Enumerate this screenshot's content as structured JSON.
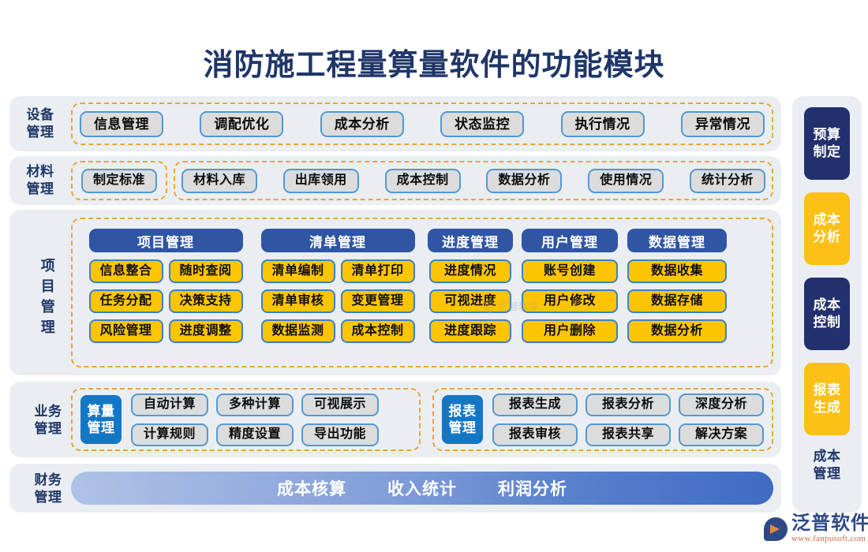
{
  "page": {
    "title": "消防施工程量算量软件的功能模块"
  },
  "rows": {
    "equipment": {
      "label_lines": [
        "设备",
        "管理"
      ],
      "items": [
        "信息管理",
        "调配优化",
        "成本分析",
        "状态监控",
        "执行情况",
        "异常情况"
      ]
    },
    "material": {
      "label_lines": [
        "材料",
        "管理"
      ],
      "group1": [
        "制定标准"
      ],
      "group2": [
        "材料入库",
        "出库领用",
        "成本控制",
        "数据分析",
        "使用情况",
        "统计分析"
      ]
    },
    "project": {
      "label_lines": [
        "项",
        "目",
        "管",
        "理"
      ],
      "columns": [
        {
          "header": "项目管理",
          "sub_left": [
            "信息整合",
            "任务分配",
            "风险管理"
          ],
          "sub_right": [
            "随时查阅",
            "决策支持",
            "进度调整"
          ]
        },
        {
          "header": "清单管理",
          "sub_left": [
            "清单编制",
            "清单审核",
            "数据监测"
          ],
          "sub_right": [
            "清单打印",
            "变更管理",
            "成本控制"
          ]
        },
        {
          "header": "进度管理",
          "sub_left": [
            "进度情况",
            "可视进度",
            "进度跟踪"
          ],
          "sub_right": []
        },
        {
          "header": "用户管理",
          "sub_left": [
            "账号创建",
            "用户修改",
            "用户删除"
          ],
          "sub_right": []
        },
        {
          "header": "数据管理",
          "sub_left": [
            "数据收集",
            "数据存储",
            "数据分析"
          ],
          "sub_right": []
        }
      ]
    },
    "business": {
      "label_lines": [
        "业务",
        "管理"
      ],
      "group1": {
        "badge_lines": [
          "算量",
          "管理"
        ],
        "top": [
          "自动计算",
          "多种计算",
          "可视展示"
        ],
        "bottom": [
          "计算规则",
          "精度设置",
          "导出功能"
        ]
      },
      "group2": {
        "badge_lines": [
          "报表",
          "管理"
        ],
        "top": [
          "报表生成",
          "报表分析",
          "深度分析"
        ],
        "bottom": [
          "报表审核",
          "报表共享",
          "解决方案"
        ]
      }
    },
    "finance": {
      "label_lines": [
        "财务",
        "管理"
      ],
      "items": [
        "成本核算",
        "收入统计",
        "利润分析"
      ]
    }
  },
  "sidebar": {
    "cards": [
      {
        "lines": [
          "预算",
          "制定"
        ],
        "style": "navy"
      },
      {
        "lines": [
          "成本",
          "分析"
        ],
        "style": "amber"
      },
      {
        "lines": [
          "成本",
          "控制"
        ],
        "style": "navy"
      },
      {
        "lines": [
          "报表",
          "生成"
        ],
        "style": "amber"
      }
    ],
    "footer_lines": [
      "成本",
      "管理"
    ]
  },
  "watermark": {
    "text": "泛普软件"
  },
  "logo": {
    "name": "泛普软件",
    "url": "www.fanpusoft.com"
  },
  "colors": {
    "title": "#1F3668",
    "panel_bg": "#EAEEF2",
    "dashed_border": "#EBA52F",
    "pill_bg": "#DCDCDC",
    "pill_border": "#5398D4",
    "amber": "#FDC500",
    "header_blue": "#2F55A4",
    "badge_blue": "#1477C6",
    "sidebar_navy": "#23306E",
    "sidebar_amber": "#FDC016"
  }
}
